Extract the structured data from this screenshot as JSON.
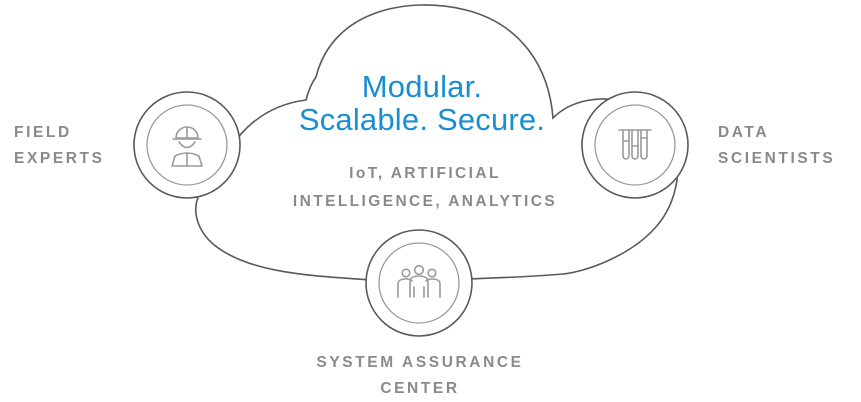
{
  "headline": {
    "line1": "Modular.",
    "line2": "Scalable. Secure."
  },
  "subline": {
    "line1": "IoT, ARTIFICIAL",
    "line2": "INTELLIGENCE, ANALYTICS"
  },
  "nodes": {
    "field_experts": {
      "label_line1": "FIELD",
      "label_line2": "EXPERTS",
      "icon": "field-worker-hardhat-icon"
    },
    "data_scientists": {
      "label_line1": "DATA",
      "label_line2": "SCIENTISTS",
      "icon": "test-tubes-icon"
    },
    "system_assurance_center": {
      "label_line1": "SYSTEM ASSURANCE",
      "label_line2": "CENTER",
      "icon": "team-group-icon"
    }
  },
  "colors": {
    "accent_blue": "#1a8fd0",
    "outline_gray": "#595959",
    "label_gray": "#8a8a8a",
    "icon_gray": "#9a9a9a"
  }
}
